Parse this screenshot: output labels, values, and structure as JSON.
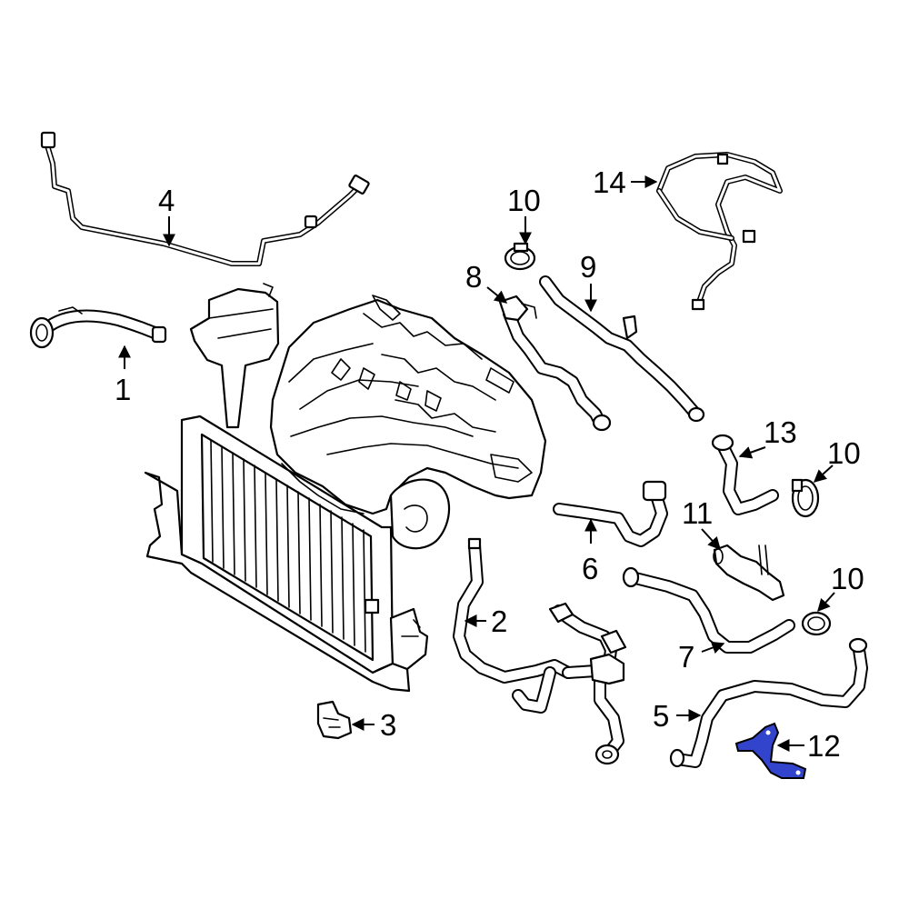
{
  "colors": {
    "highlight": "#3344cc",
    "line": "#000000",
    "background": "#ffffff"
  },
  "callouts": [
    {
      "id": "c1",
      "label": "1"
    },
    {
      "id": "c2",
      "label": "2"
    },
    {
      "id": "c3",
      "label": "3"
    },
    {
      "id": "c4",
      "label": "4"
    },
    {
      "id": "c5",
      "label": "5"
    },
    {
      "id": "c6",
      "label": "6"
    },
    {
      "id": "c7",
      "label": "7"
    },
    {
      "id": "c8",
      "label": "8"
    },
    {
      "id": "c9",
      "label": "9"
    },
    {
      "id": "c10a",
      "label": "10"
    },
    {
      "id": "c10b",
      "label": "10"
    },
    {
      "id": "c10c",
      "label": "10"
    },
    {
      "id": "c11",
      "label": "11"
    },
    {
      "id": "c12",
      "label": "12"
    },
    {
      "id": "c13",
      "label": "13"
    },
    {
      "id": "c14",
      "label": "14"
    }
  ]
}
